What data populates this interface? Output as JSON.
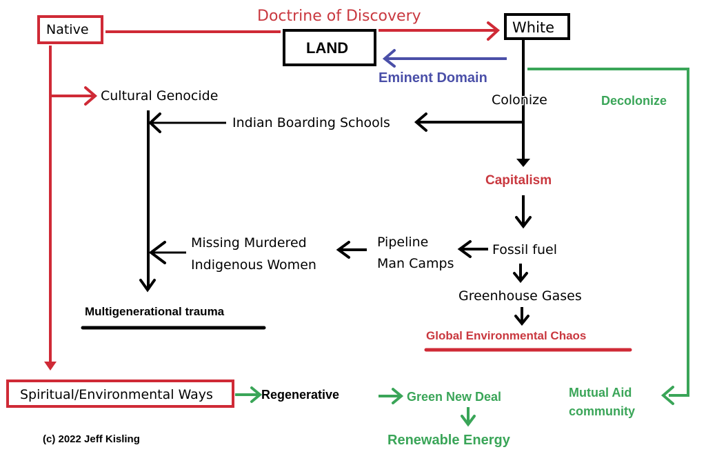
{
  "colors": {
    "red": "#cf2a36",
    "red_text": "#c9383f",
    "black": "#000000",
    "blue": "#4a4fa8",
    "green": "#3aa558",
    "background": "#ffffff"
  },
  "nodes": {
    "native": "Native",
    "white": "White",
    "land": "LAND",
    "doctrine": "Doctrine of Discovery",
    "eminent_domain": "Eminent Domain",
    "colonize": "Colonize",
    "decolonize": "Decolonize",
    "cultural_genocide": "Cultural Genocide",
    "boarding_schools": "Indian Boarding Schools",
    "capitalism": "Capitalism",
    "mmiw_line1": "Missing Murdered",
    "mmiw_line2": "Indigenous Women",
    "pipeline_line1": "Pipeline",
    "pipeline_line2": "Man Camps",
    "fossil_fuel": "Fossil fuel",
    "greenhouse": "Greenhouse Gases",
    "trauma": "Multigenerational trauma",
    "chaos": "Global Environmental Chaos",
    "spiritual": "Spiritual/Environmental Ways",
    "regenerative": "Regenerative",
    "green_new_deal": "Green New Deal",
    "renewable": "Renewable Energy",
    "mutual_aid_line1": "Mutual Aid",
    "mutual_aid_line2": "community"
  },
  "copyright": "(c) 2022 Jeff Kisling"
}
